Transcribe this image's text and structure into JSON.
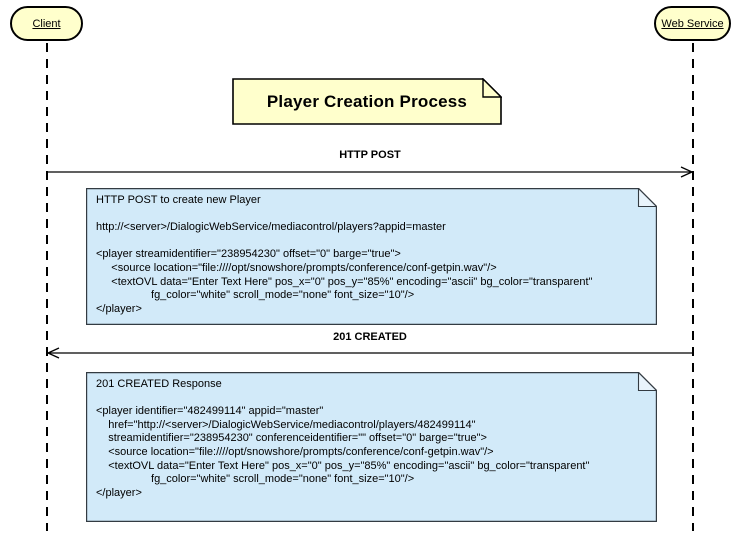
{
  "diagram": {
    "title": "Player Creation Process",
    "actors": {
      "client": {
        "label": "Client"
      },
      "web_service": {
        "label": "Web Service"
      }
    },
    "messages": {
      "request": {
        "label": "HTTP POST",
        "from": "Client",
        "to": "Web Service",
        "direction": "right"
      },
      "response": {
        "label": "201 CREATED",
        "from": "Web Service",
        "to": "Client",
        "direction": "left"
      }
    },
    "notes": {
      "request_note": "HTTP POST to create new Player\n\nhttp://<server>/DialogicWebService/mediacontrol/players?appid=master\n\n<player streamidentifier=\"238954230\" offset=\"0\" barge=\"true\">\n     <source location=\"file:////opt/snowshore/prompts/conference/conf-getpin.wav\"/>\n     <textOVL data=\"Enter Text Here\" pos_x=\"0\" pos_y=\"85%\" encoding=\"ascii\" bg_color=\"transparent\"\n                  fg_color=\"white\" scroll_mode=\"none\" font_size=\"10\"/>\n</player>",
      "response_note": "201 CREATED Response\n\n<player identifier=\"482499114\" appid=\"master\"\n    href=\"http://<server>/DialogicWebService/mediacontrol/players/482499114\"\n    streamidentifier=\"238954230\" conferenceidentifier=\"\" offset=\"0\" barge=\"true\">\n    <source location=\"file:////opt/snowshore/prompts/conference/conf-getpin.wav\"/>\n    <textOVL data=\"Enter Text Here\" pos_x=\"0\" pos_y=\"85%\" encoding=\"ascii\" bg_color=\"transparent\"\n                  fg_color=\"white\" scroll_mode=\"none\" font_size=\"10\"/>\n</player>"
    },
    "colors": {
      "actor_fill": "#FFFFCC",
      "title_note_fill": "#FFFFCC",
      "detail_note_fill": "#D2EAF9",
      "detail_note_fold": "#E9F4FC",
      "detail_note_outline": "#333B42",
      "outline": "#000000",
      "background": "#FFFFFF"
    }
  }
}
